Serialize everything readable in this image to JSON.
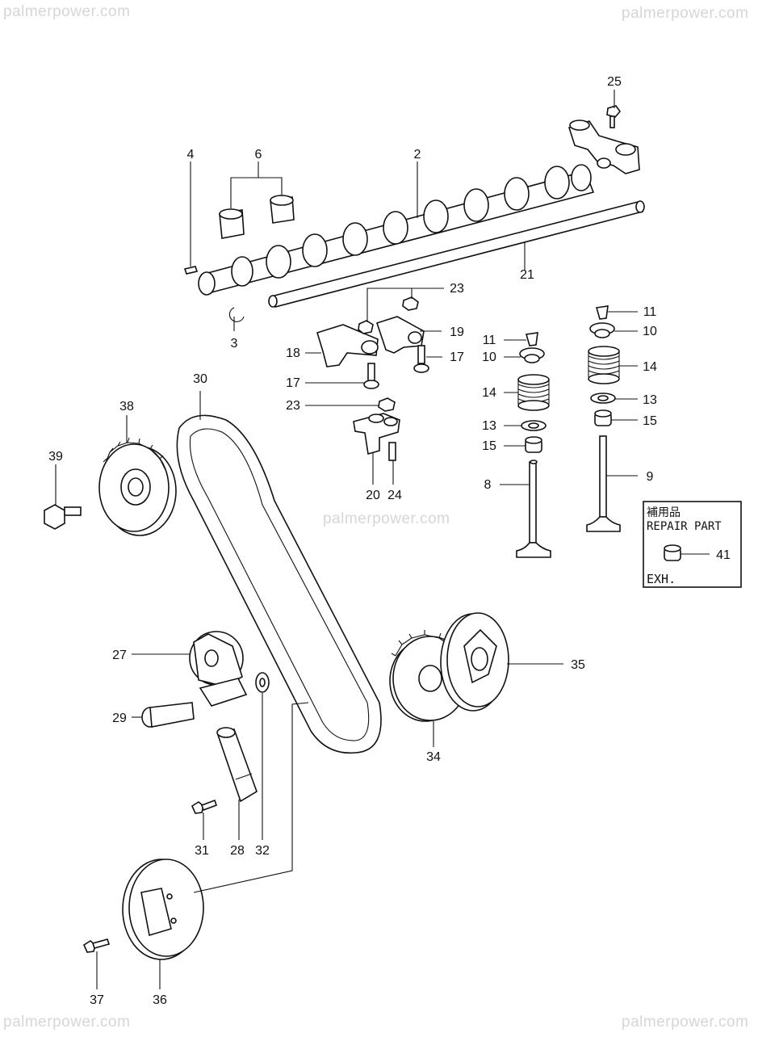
{
  "watermarks": {
    "top_left": "palmerpower.com",
    "top_right": "palmerpower.com",
    "center": "palmerpower.com",
    "bottom_left": "palmerpower.com",
    "bottom_right": "palmerpower.com"
  },
  "callouts": {
    "c25": "25",
    "c4": "4",
    "c6": "6",
    "c2": "2",
    "c21": "21",
    "c3": "3",
    "c23a": "23",
    "c19": "19",
    "c18": "18",
    "c17a": "17",
    "c17b": "17",
    "c23b": "23",
    "c20": "20",
    "c24": "24",
    "c30": "30",
    "c38": "38",
    "c39": "39",
    "c11a": "11",
    "c10a": "10",
    "c14a": "14",
    "c13a": "13",
    "c15a": "15",
    "c8": "8",
    "c11b": "11",
    "c10b": "10",
    "c14b": "14",
    "c13b": "13",
    "c15b": "15",
    "c9": "9",
    "c41": "41",
    "c27": "27",
    "c29": "29",
    "c35": "35",
    "c34": "34",
    "c31": "31",
    "c28": "28",
    "c32": "32",
    "c37": "37",
    "c36": "36"
  },
  "repair_box": {
    "title_jp": "補用品",
    "title_en": "REPAIR PART",
    "note": "EXH."
  }
}
